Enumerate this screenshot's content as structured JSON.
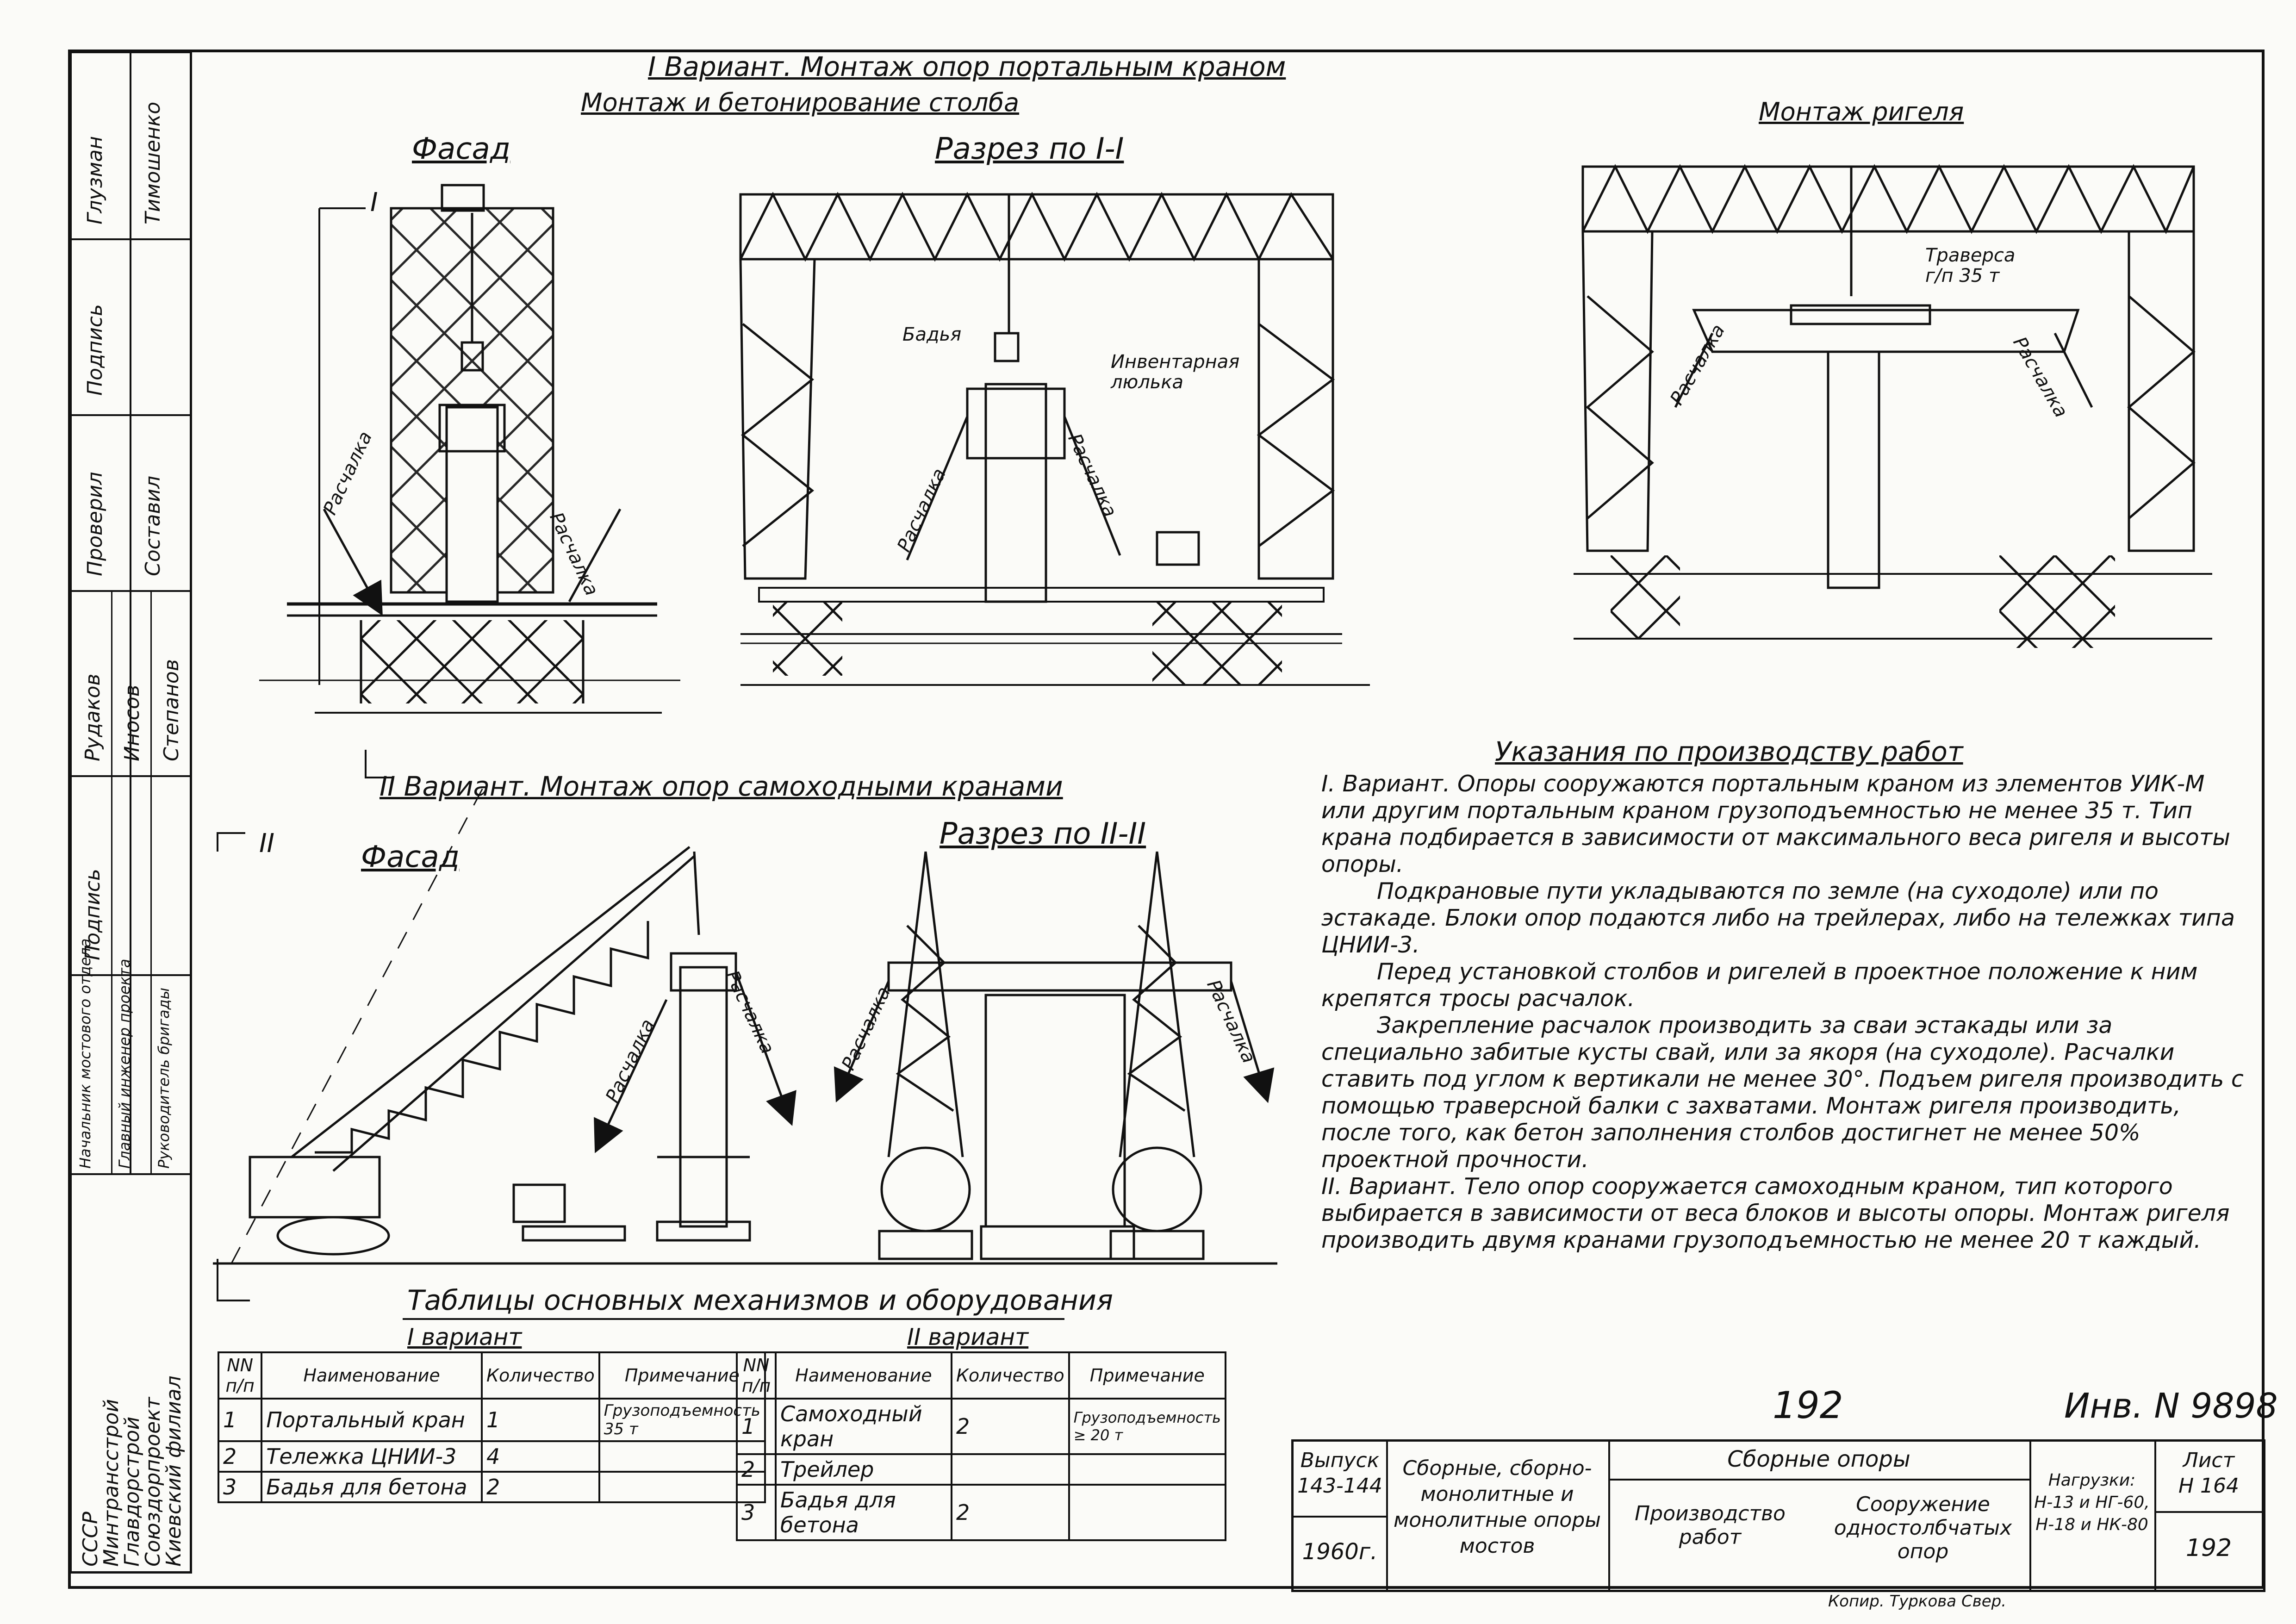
{
  "header": {
    "variant1_title": "I Вариант. Монтаж опор портальным краном",
    "variant1_subtitle": "Монтаж и бетонирование столба",
    "riegel_title": "Монтаж ригеля",
    "variant2_title": "II Вариант. Монтаж опор самоходными кранами"
  },
  "views": {
    "facade1": "Фасад",
    "section1": "Разрез по I-I",
    "facade2": "Фасад",
    "section2": "Разрез по II-II",
    "section_mark_1": "I",
    "section_mark_2": "II"
  },
  "labels": {
    "guy": "Расчалка",
    "bucket": "Бадья",
    "cradle": "Инвентарная люлька",
    "traverse": "Траверса г/п 35 т"
  },
  "notes": {
    "heading": "Указания по производству работ",
    "p1": "I. Вариант. Опоры сооружаются портальным краном из элементов УИК-М или другим портальным краном грузоподъемностью не менее 35 т. Тип крана подбирается в зависимости от максимального веса ригеля и высоты опоры.",
    "p2": "Подкрановые пути укладываются по земле (на суходоле) или по эстакаде. Блоки опор подаются либо на трейлерах, либо на тележках типа ЦНИИ-3.",
    "p3": "Перед установкой столбов и ригелей в проектное положение к ним крепятся тросы расчалок.",
    "p4": "Закрепление расчалок производить за сваи эстакады или за специально забитые кусты свай, или за якоря (на суходоле). Расчалки ставить под углом к вертикали не менее 30°. Подъем ригеля производить с помощью траверсной балки с захватами. Монтаж ригеля производить, после того, как бетон заполнения столбов достигнет не менее 50% проектной прочности.",
    "p5": "II. Вариант. Тело опор сооружается самоходным краном, тип которого выбирается в зависимости от веса блоков и высоты опоры. Монтаж ригеля производить двумя кранами грузоподъемностью не менее 20 т каждый."
  },
  "tables": {
    "heading": "Таблицы основных механизмов и оборудования",
    "variant1_caption": "I вариант",
    "variant2_caption": "II вариант",
    "columns": [
      "NN п/п",
      "Наименование",
      "Количество",
      "Примечание"
    ],
    "variant1_rows": [
      {
        "n": "1",
        "name": "Портальный кран",
        "qty": "1",
        "note": "Грузоподъемность 35 т"
      },
      {
        "n": "2",
        "name": "Тележка ЦНИИ-3",
        "qty": "4",
        "note": ""
      },
      {
        "n": "3",
        "name": "Бадья для бетона",
        "qty": "2",
        "note": ""
      }
    ],
    "variant2_rows": [
      {
        "n": "1",
        "name": "Самоходный кран",
        "qty": "2",
        "note": "Грузоподъемность ≥ 20 т"
      },
      {
        "n": "2",
        "name": "Трейлер",
        "qty": "",
        "note": ""
      },
      {
        "n": "3",
        "name": "Бадья для бетона",
        "qty": "2",
        "note": ""
      }
    ]
  },
  "sidebar": {
    "row1": [
      "Глузман",
      "Тимошенко"
    ],
    "row2": [
      "Подпись",
      ""
    ],
    "row3": [
      "Проверил",
      "Составил"
    ],
    "row4": [
      "Рудаков",
      "Иносов",
      "Степанов"
    ],
    "row5": [
      "Подпись",
      "",
      ""
    ],
    "row6": [
      "Начальник мостового отдела",
      "Главный инженер проекта",
      "Руководитель бригады"
    ],
    "org": [
      "СССР",
      "Минтрансстрой",
      "Главдорстрой",
      "Союздорпроект",
      "Киевский филиал"
    ]
  },
  "title_block": {
    "issue_label": "Выпуск",
    "issue_value": "143-144",
    "year": "1960г.",
    "series": "Сборные, сборно-монолитные и монолитные опоры мостов",
    "section": "Сборные опоры",
    "sheet_name": "Производство работ",
    "subject": "Сооружение одностолбчатых опор",
    "loads": "Нагрузки: Н-13 и НГ-60, Н-18 и НК-80",
    "sheet_label": "Лист",
    "sheet_value": "Н 164",
    "page": "192"
  },
  "page_number": "192",
  "inventory": "Инв. N 9898",
  "copy_note": "Копир. Туркова Свер. "
}
